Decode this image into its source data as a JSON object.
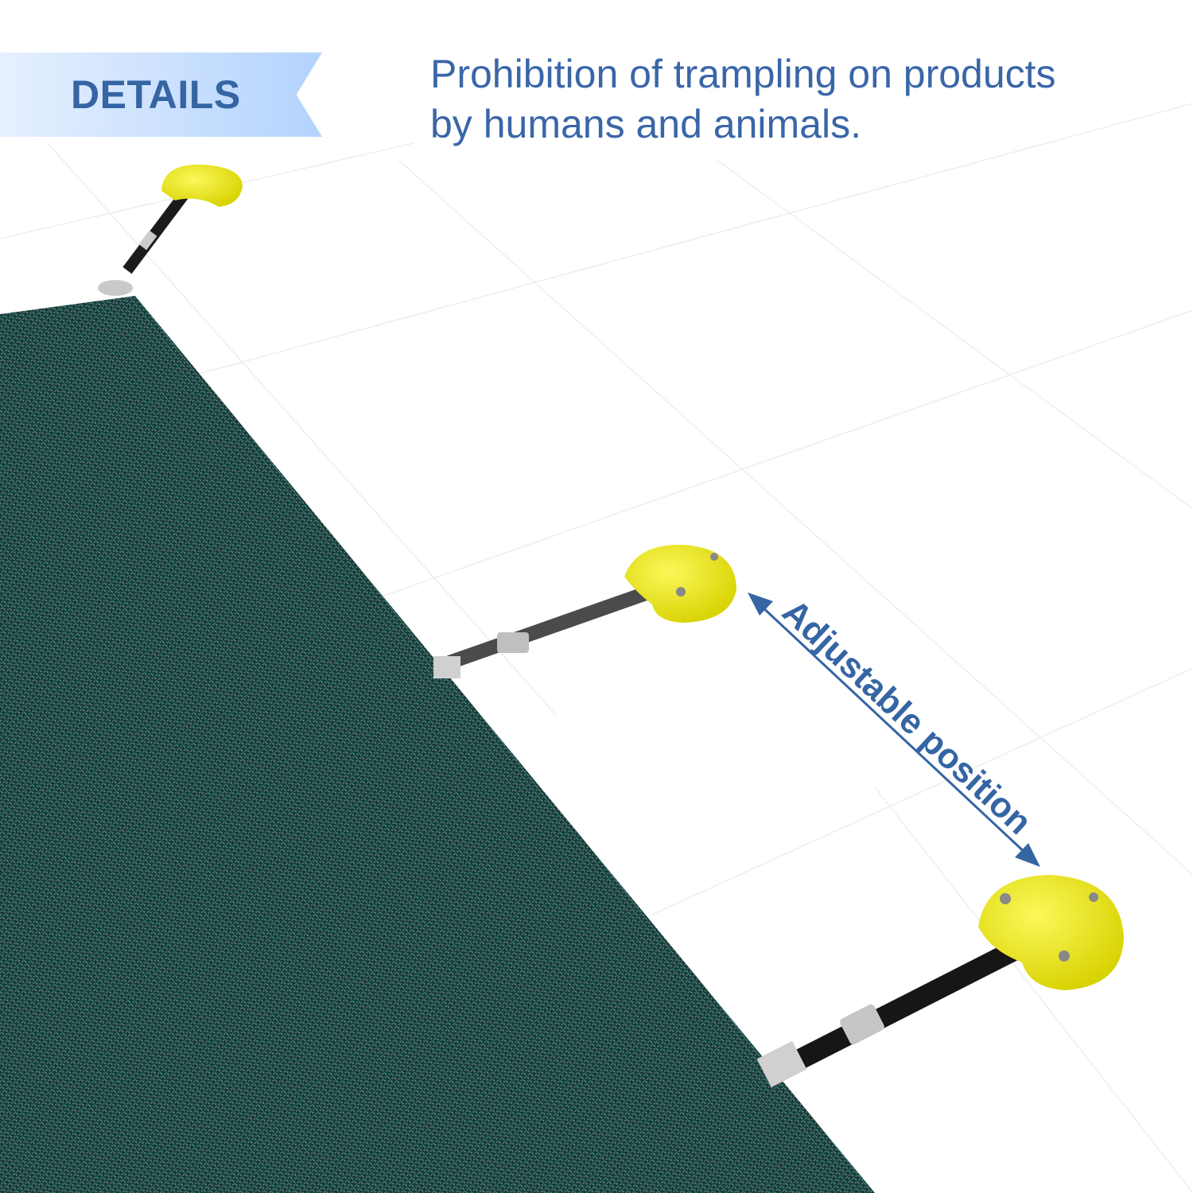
{
  "banner": {
    "label": "DETAILS"
  },
  "headline": {
    "line1": "Prohibition of trampling on products",
    "line2": "by humans and animals."
  },
  "annotation": {
    "label": "Adjustable position"
  },
  "colors": {
    "accent": "#3565a3",
    "mesh": "#1f4a46",
    "anchor": "#f2ee1a",
    "strap": "#1b1b1b"
  }
}
